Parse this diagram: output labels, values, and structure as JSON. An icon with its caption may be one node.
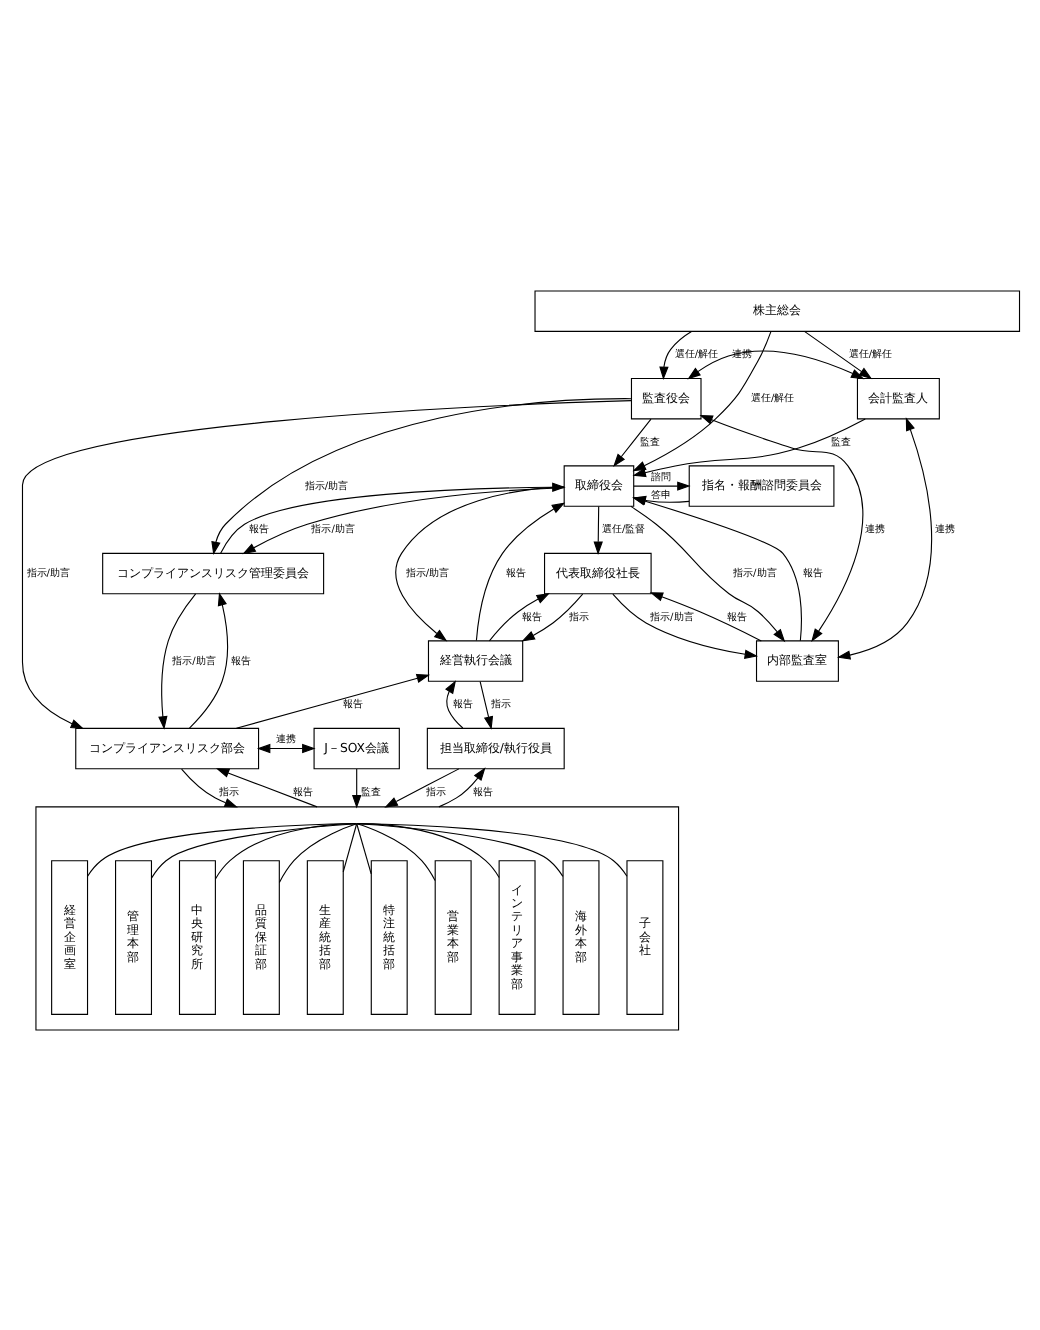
{
  "diagram": {
    "nodes": [
      {
        "text": [
          "株主総会"
        ]
      },
      {
        "text": [
          "監査役会"
        ]
      },
      {
        "text": [
          "会計監査人"
        ]
      },
      {
        "text": [
          "指名・報酬諮問委員会"
        ]
      },
      {
        "text": [
          "取締役会"
        ]
      },
      {
        "text": [
          "コンプライアンスリスク管理委員会"
        ]
      },
      {
        "text": [
          "代表取締役社長"
        ]
      },
      {
        "text": [
          "経営執行会議"
        ]
      },
      {
        "text": [
          "内部監査室"
        ]
      },
      {
        "text": [
          "J－SOX会議"
        ]
      },
      {
        "text": [
          "担当取締役/執行役員"
        ]
      },
      {
        "text": [
          "コンプライアンスリスク部会"
        ]
      },
      {
        "text": [],
        "shape": "box"
      },
      {
        "text": [
          "経営企画室"
        ],
        "in": 12
      },
      {
        "text": [
          "管理本部"
        ],
        "in": 12
      },
      {
        "text": [
          "中央研究所"
        ],
        "in": 12
      },
      {
        "text": [
          "品質保証部"
        ],
        "in": 12
      },
      {
        "text": [
          "生産統括部"
        ],
        "in": 12
      },
      {
        "text": [
          "特注統括部"
        ],
        "in": 12
      },
      {
        "text": [
          "営業本部"
        ],
        "in": 12
      },
      {
        "text": [
          "インテリア事業部"
        ],
        "in": 12
      },
      {
        "text": [
          "海外本部"
        ],
        "in": 12
      },
      {
        "text": [
          "子会社"
        ],
        "in": 12
      }
    ],
    "edges": [
      {
        "from": 0,
        "to": 4,
        "arrow": "to",
        "label": "選任/解任"
      },
      {
        "from": 0,
        "to": 1,
        "arrow": "to",
        "label": "選任/解任"
      },
      {
        "from": 0,
        "to": 2,
        "arrow": "to",
        "label": "選任/解任"
      },
      {
        "from": 1,
        "to": 2,
        "arrow": "both",
        "label": "連携"
      },
      {
        "from": 4,
        "to": 3,
        "arrow": "to",
        "label": "諮問"
      },
      {
        "from": 3,
        "to": 4,
        "arrow": "to",
        "label": "答申"
      },
      {
        "from": 1,
        "to": 4,
        "arrow": "to",
        "label": "監査"
      },
      {
        "from": 2,
        "to": 4,
        "arrow": "to",
        "label": "監査"
      },
      {
        "from": 4,
        "to": 5,
        "arrow": "to",
        "label": "指示/助言"
      },
      {
        "from": 5,
        "to": 4,
        "arrow": "to",
        "label": "報告"
      },
      {
        "from": 1,
        "to": 5,
        "arrow": "to",
        "label": "指示/助言"
      },
      {
        "from": 4,
        "to": 8,
        "arrow": "to",
        "label": "指示/助言"
      },
      {
        "from": 8,
        "to": 4,
        "arrow": "to",
        "label": "報告"
      },
      {
        "from": 1,
        "to": 8,
        "arrow": "both",
        "label": "連携"
      },
      {
        "from": 1,
        "to": 11,
        "arrow": "to",
        "label": "指示/助言"
      },
      {
        "from": 2,
        "to": 8,
        "arrow": "both",
        "label": "連携"
      },
      {
        "from": 4,
        "to": 6,
        "arrow": "to",
        "label": "選任/監督"
      },
      {
        "from": 4,
        "to": 7,
        "arrow": "to",
        "label": "指示/助言"
      },
      {
        "from": 7,
        "to": 4,
        "arrow": "to",
        "label": "報告"
      },
      {
        "from": 6,
        "to": 7,
        "arrow": "to",
        "label": "指示"
      },
      {
        "from": 7,
        "to": 6,
        "arrow": "to",
        "label": "報告"
      },
      {
        "from": 6,
        "to": 8,
        "arrow": "to",
        "label": "指示/助言"
      },
      {
        "from": 8,
        "to": 6,
        "arrow": "to",
        "label": "報告"
      },
      {
        "from": 5,
        "to": 11,
        "arrow": "to",
        "label": "指示/助言"
      },
      {
        "from": 11,
        "to": 5,
        "arrow": "to",
        "label": "報告"
      },
      {
        "from": 11,
        "to": 7,
        "arrow": "to",
        "label": "報告"
      },
      {
        "from": 7,
        "to": 10,
        "arrow": "to",
        "label": "指示"
      },
      {
        "from": 10,
        "to": 7,
        "arrow": "to",
        "label": "報告"
      },
      {
        "from": 11,
        "to": 9,
        "arrow": "both",
        "label": "連携"
      },
      {
        "from": 10,
        "to": 12,
        "arrow": "to",
        "label": "指示"
      },
      {
        "from": 12,
        "to": 10,
        "arrow": "to",
        "label": "報告"
      },
      {
        "from": 11,
        "to": 12,
        "arrow": "to",
        "label": "指示"
      },
      {
        "from": 12,
        "to": 11,
        "arrow": "to",
        "label": "報告"
      },
      {
        "from": 9,
        "to": 12,
        "arrow": "to",
        "label": "監査"
      },
      {
        "from": 12,
        "to": 13,
        "arrow": "none"
      },
      {
        "from": 12,
        "to": 14,
        "arrow": "none"
      },
      {
        "from": 12,
        "to": 15,
        "arrow": "none"
      },
      {
        "from": 12,
        "to": 16,
        "arrow": "none"
      },
      {
        "from": 12,
        "to": 17,
        "arrow": "none"
      },
      {
        "from": 12,
        "to": 18,
        "arrow": "none"
      },
      {
        "from": 12,
        "to": 19,
        "arrow": "none"
      },
      {
        "from": 12,
        "to": 20,
        "arrow": "none"
      },
      {
        "from": 12,
        "to": 21,
        "arrow": "none"
      },
      {
        "from": 12,
        "to": 22,
        "arrow": "none"
      }
    ]
  }
}
